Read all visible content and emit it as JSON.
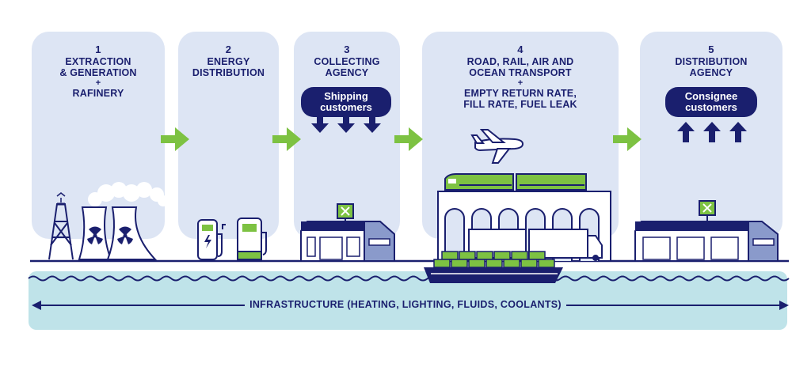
{
  "stages": [
    {
      "number": "1",
      "lines": [
        "EXTRACTION",
        "& GENERATION",
        "+",
        "RAFINERY"
      ]
    },
    {
      "number": "2",
      "lines": [
        "ENERGY",
        "DISTRIBUTION"
      ]
    },
    {
      "number": "3",
      "lines": [
        "COLLECTING",
        "AGENCY"
      ],
      "pill": [
        "Shipping",
        "customers"
      ]
    },
    {
      "number": "4",
      "lines": [
        "ROAD, RAIL, AIR AND",
        "OCEAN TRANSPORT",
        "+",
        "EMPTY RETURN RATE,",
        "FILL RATE, FUEL LEAK"
      ]
    },
    {
      "number": "5",
      "lines": [
        "DISTRIBUTION",
        "AGENCY"
      ],
      "pill": [
        "Consignee",
        "customers"
      ]
    }
  ],
  "infrastructure_label": "INFRASTRUCTURE (HEATING, LIGHTING, FLUIDS, COOLANTS)",
  "colors": {
    "navy": "#1a1f6e",
    "panel": "#dde5f4",
    "arrow_green": "#7dc242",
    "water": "#bfe3e9",
    "wave_line": "#1a1f6e"
  },
  "icons": [
    "oil-derrick-icon",
    "cooling-tower-icon",
    "radiation-icon",
    "ev-charger-icon",
    "fuel-pump-icon",
    "warehouse-icon",
    "parcel-icon",
    "airplane-icon",
    "train-icon",
    "truck-icon",
    "cargo-ship-icon",
    "down-arrow-icon",
    "up-arrow-icon",
    "green-arrow-icon",
    "double-arrow-icon"
  ]
}
